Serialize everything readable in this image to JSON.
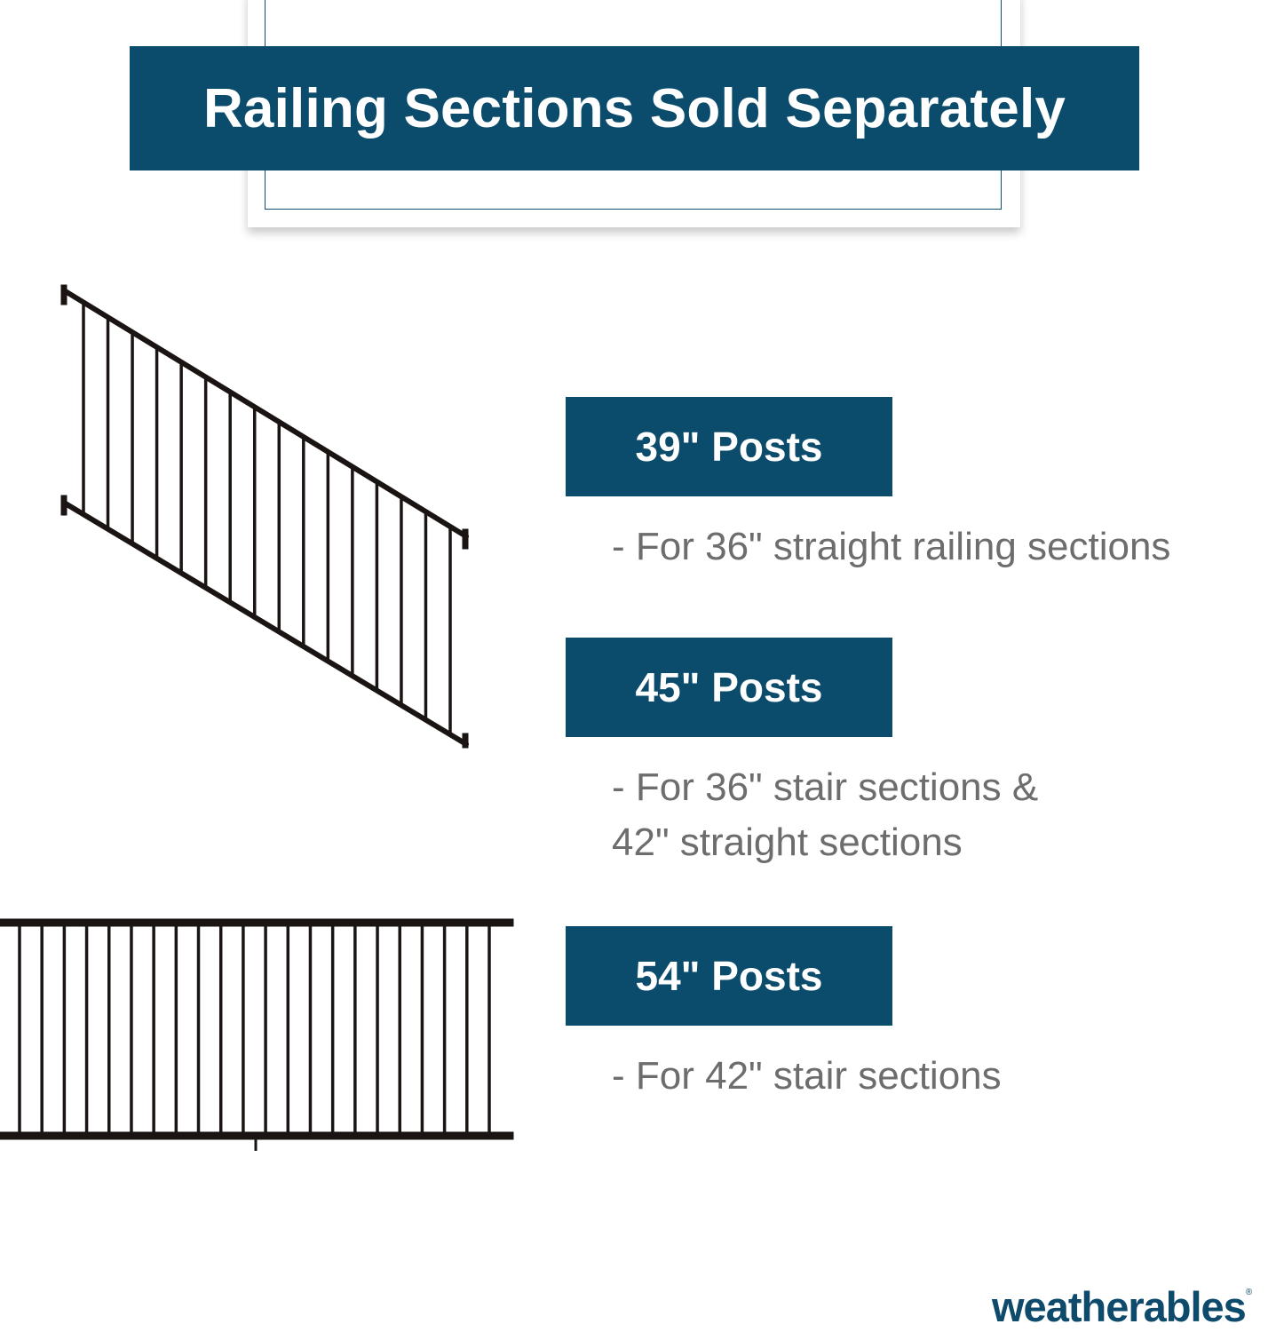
{
  "header": {
    "title": "Railing Sections Sold Separately"
  },
  "posts": [
    {
      "label": "39\" Posts",
      "desc": [
        "- For 36\" straight railing sections"
      ]
    },
    {
      "label": "45\" Posts",
      "desc": [
        "- For 36\" stair sections &",
        "42\" straight sections"
      ]
    },
    {
      "label": "54\" Posts",
      "desc": [
        "- For 42\" stair sections"
      ]
    }
  ],
  "brand": {
    "name": "weatherables",
    "mark": "®"
  },
  "colors": {
    "banner": "#0b4c6c",
    "text_gray": "#6d6d6d",
    "railing": "#1a1512"
  }
}
